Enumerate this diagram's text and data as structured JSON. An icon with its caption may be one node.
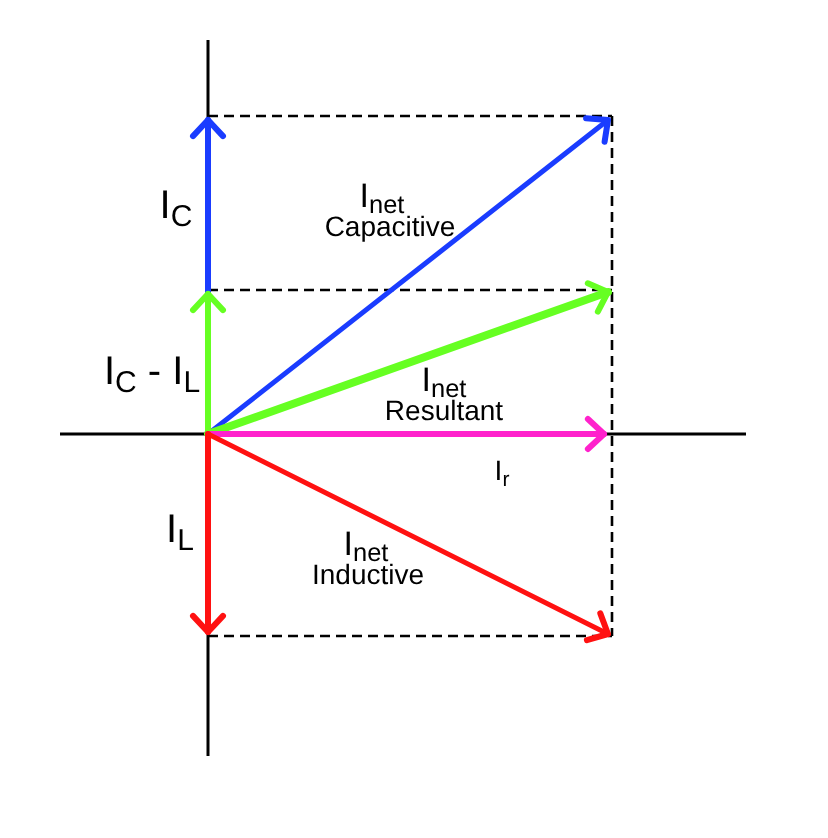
{
  "diagram": {
    "labels": [
      "I$_{C}$",
      "I$_{C}$ - I$_{L}$",
      "I$_{L}$",
      "I$_{net}$",
      "Capacitive",
      "I$_{net}$",
      "Resultant",
      "I$_{r}$",
      "I$_{net}$",
      "Inductive"
    ]
  }
}
